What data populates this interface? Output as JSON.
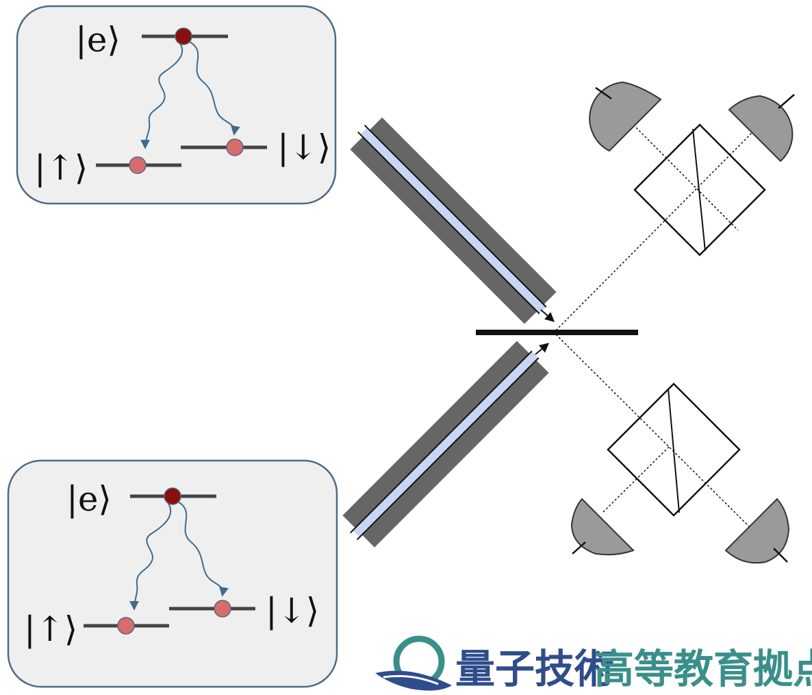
{
  "atoms": [
    {
      "excited_label": "|e⟩",
      "up_label": "|↑⟩",
      "down_label": "|↓⟩"
    },
    {
      "excited_label": "|e⟩",
      "up_label": "|↑⟩",
      "down_label": "|↓⟩"
    }
  ],
  "watermark": {
    "part1": "量子技術",
    "part2": "高等教育拠点"
  },
  "colors": {
    "panel_fill": "#efefef",
    "panel_stroke": "#4f6a82",
    "level_line": "#444444",
    "excited_dot": "#8b0f0f",
    "ground_dot": "#d96b6b",
    "photon_wave": "#3f6a8c",
    "fiber_clad": "#666666",
    "fiber_core": "#c9d6f2",
    "detector": "#9a9a9a",
    "watermark_teal": "#3a8f8a",
    "watermark_navy": "#2f4d8c"
  }
}
